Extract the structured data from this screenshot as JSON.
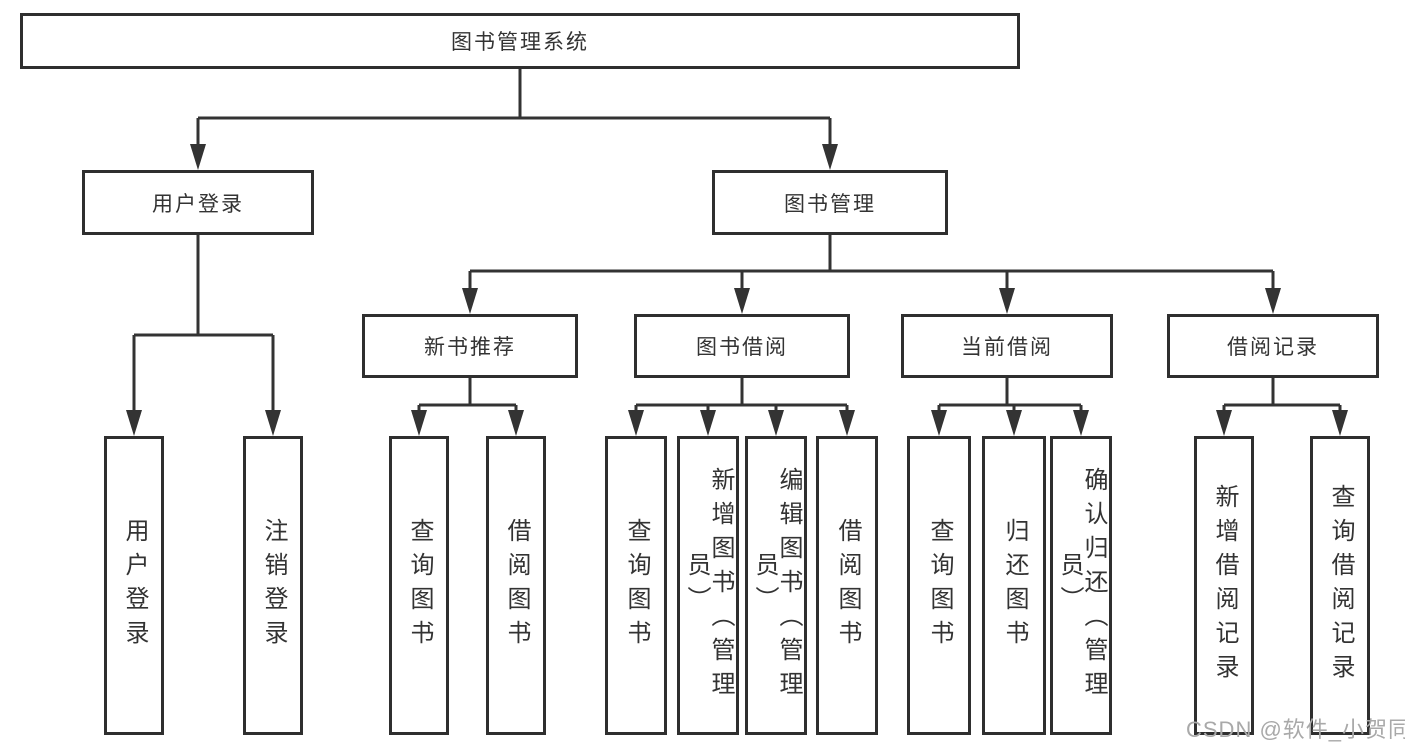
{
  "root": {
    "label": "图书管理系统"
  },
  "level2": {
    "user_login": {
      "label": "用户登录"
    },
    "book_management": {
      "label": "图书管理"
    }
  },
  "level3": {
    "new_book_recommend": {
      "label": "新书推荐"
    },
    "book_borrowing": {
      "label": "图书借阅"
    },
    "current_borrowing": {
      "label": "当前借阅"
    },
    "borrowing_records": {
      "label": "借阅记录"
    }
  },
  "leaves": {
    "user_login": {
      "label": "用户登录"
    },
    "logout": {
      "label": "注销登录"
    },
    "query_books_recommend": {
      "label": "查询图书"
    },
    "borrow_books_recommend": {
      "label": "借阅图书"
    },
    "query_books_borrowing": {
      "label": "查询图书"
    },
    "add_books_admin": {
      "label": "新增图书（管理员）"
    },
    "edit_books_admin": {
      "label": "编辑图书（管理员）"
    },
    "borrow_books_borrowing": {
      "label": "借阅图书"
    },
    "query_books_current": {
      "label": "查询图书"
    },
    "return_books": {
      "label": "归还图书"
    },
    "confirm_return_admin": {
      "label": "确认归还（管理员）"
    },
    "add_borrow_record": {
      "label": "新增借阅记录"
    },
    "query_borrow_record": {
      "label": "查询借阅记录"
    }
  },
  "watermark": {
    "text": "CSDN @软件_小贺同学"
  },
  "colors": {
    "line": "#333333",
    "box_border": "#2f2f2f",
    "text": "#333333",
    "watermark": "#a9a9a9",
    "background": "#ffffff"
  }
}
